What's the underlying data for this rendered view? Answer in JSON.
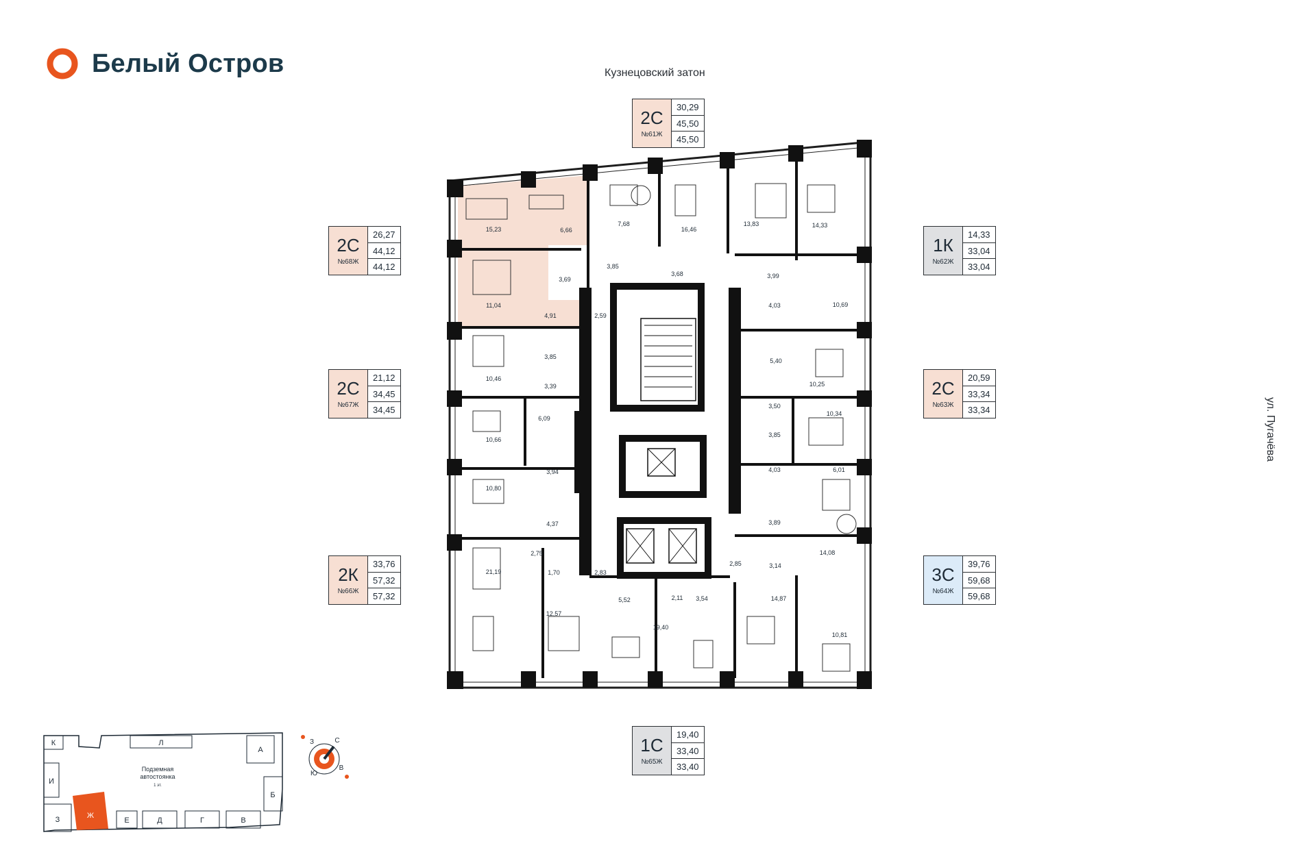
{
  "brand": {
    "name": "Белый Остров",
    "logo_icon": "ring-logo-icon",
    "accent": "#e8551e",
    "dark": "#1c3a4a"
  },
  "streets": {
    "top": "Кузнецовский затон",
    "right": "ул. Пугачёва"
  },
  "highlight_color": "#f7dfd3",
  "apartments": [
    {
      "id": "61",
      "type": "2С",
      "number": "№61Ж",
      "values": [
        "30,29",
        "45,50",
        "45,50"
      ],
      "bg": "#f7dfd3"
    },
    {
      "id": "68",
      "type": "2С",
      "number": "№68Ж",
      "values": [
        "26,27",
        "44,12",
        "44,12"
      ],
      "bg": "#f7dfd3"
    },
    {
      "id": "67",
      "type": "2С",
      "number": "№67Ж",
      "values": [
        "21,12",
        "34,45",
        "34,45"
      ],
      "bg": "#f7dfd3"
    },
    {
      "id": "66",
      "type": "2К",
      "number": "№66Ж",
      "values": [
        "33,76",
        "57,32",
        "57,32"
      ],
      "bg": "#f7dfd3"
    },
    {
      "id": "62",
      "type": "1К",
      "number": "№62Ж",
      "values": [
        "14,33",
        "33,04",
        "33,04"
      ],
      "bg": "#dfe0e2"
    },
    {
      "id": "63",
      "type": "2С",
      "number": "№63Ж",
      "values": [
        "20,59",
        "33,34",
        "33,34"
      ],
      "bg": "#f7dfd3"
    },
    {
      "id": "64",
      "type": "3С",
      "number": "№64Ж",
      "values": [
        "39,76",
        "59,68",
        "59,68"
      ],
      "bg": "#dcebf8"
    },
    {
      "id": "65",
      "type": "1С",
      "number": "№65Ж",
      "values": [
        "19,40",
        "33,40",
        "33,40"
      ],
      "bg": "#dfe0e2"
    }
  ],
  "rooms": [
    "15,23",
    "6,66",
    "7,68",
    "16,46",
    "13,83",
    "14,33",
    "11,04",
    "3,69",
    "4,91",
    "2,59",
    "3,85",
    "3,68",
    "3,99",
    "4,03",
    "10,69",
    "10,46",
    "3,85",
    "3,39",
    "5,40",
    "10,25",
    "10,66",
    "6,09",
    "3,50",
    "10,34",
    "3,85",
    "10,80",
    "3,94",
    "4,03",
    "6,01",
    "4,37",
    "3,89",
    "2,75",
    "1,70",
    "2,83",
    "2,85",
    "3,14",
    "14,08",
    "21,19",
    "12,57",
    "5,52",
    "2,11",
    "3,54",
    "14,87",
    "19,40",
    "10,81"
  ],
  "site_map": {
    "center_label_1": "Подземная",
    "center_label_2": "автостоянка",
    "center_label_3": "1 эт.",
    "sections": [
      "К",
      "Л",
      "А",
      "И",
      "Б",
      "З",
      "Ж",
      "Е",
      "Д",
      "Г",
      "В"
    ],
    "active": "Ж"
  },
  "compass": {
    "north": "С",
    "south": "Ю",
    "west": "З",
    "east": "В"
  }
}
